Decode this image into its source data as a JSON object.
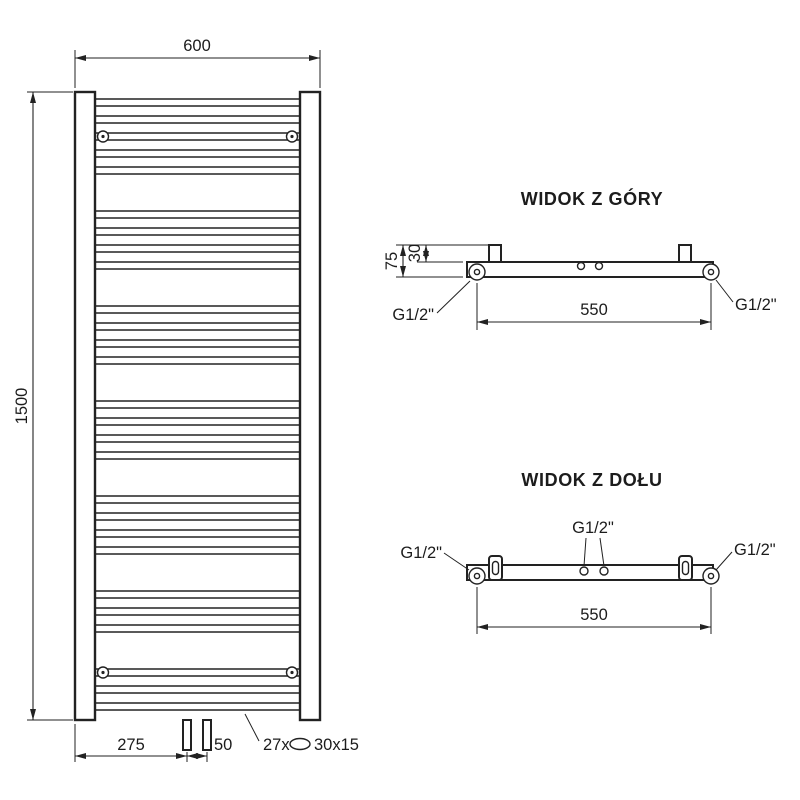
{
  "front_view": {
    "width": "600",
    "height": "1500",
    "pipe_offset": "275",
    "pipe_spacing": "50",
    "rung_count": "27x",
    "rung_profile": "30x15"
  },
  "top_view": {
    "title": "WIDOK Z GÓRY",
    "depth_total": "75",
    "depth_offset": "30",
    "span": "550",
    "conn_left": "G1/2\"",
    "conn_right": "G1/2\""
  },
  "bottom_view": {
    "title": "WIDOK Z DOŁU",
    "conn_center": "G1/2\"",
    "conn_left": "G1/2\"",
    "conn_right": "G1/2\"",
    "span": "550"
  }
}
